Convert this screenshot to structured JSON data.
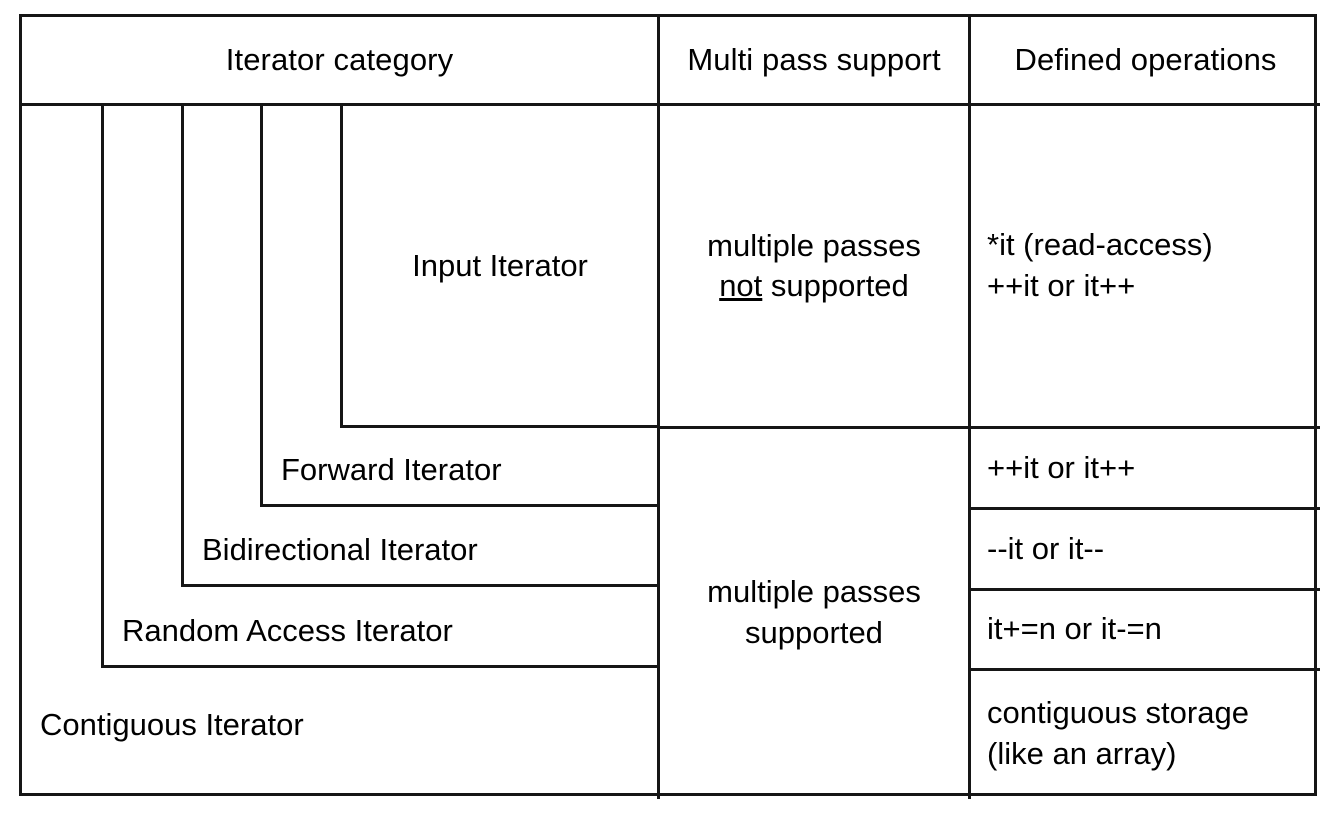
{
  "diagram": {
    "title": "C++ iterator category hierarchy table",
    "stroke_color": "#161616",
    "background_color": "#ffffff",
    "headers": {
      "category": "Iterator category",
      "multi_pass": "Multi pass support",
      "operations": "Defined operations"
    },
    "categories": [
      {
        "id": "input",
        "label": "Input Iterator",
        "nesting_level": 4
      },
      {
        "id": "forward",
        "label": "Forward Iterator",
        "nesting_level": 3
      },
      {
        "id": "bidirectional",
        "label": "Bidirectional Iterator",
        "nesting_level": 2
      },
      {
        "id": "random_access",
        "label": "Random Access Iterator",
        "nesting_level": 1
      },
      {
        "id": "contiguous",
        "label": "Contiguous Iterator",
        "nesting_level": 0
      }
    ],
    "multi_pass": [
      {
        "id": "not_supported",
        "line1": "multiple passes",
        "line2_prefix": "",
        "line2_underlined": "not",
        "line2_suffix": " supported"
      },
      {
        "id": "supported",
        "line1": "multiple passes",
        "line2_prefix": "supported",
        "line2_underlined": "",
        "line2_suffix": ""
      }
    ],
    "operations": [
      {
        "id": "input_ops",
        "line1": "*it (read-access)",
        "line2": "++it or it++"
      },
      {
        "id": "forward_ops",
        "line1": "++it or it++",
        "line2": ""
      },
      {
        "id": "bidir_ops",
        "line1": "--it or it--",
        "line2": ""
      },
      {
        "id": "random_ops",
        "line1": "it+=n or it-=n",
        "line2": ""
      },
      {
        "id": "contig_ops",
        "line1": "contiguous storage",
        "line2": "(like an array)"
      }
    ]
  }
}
